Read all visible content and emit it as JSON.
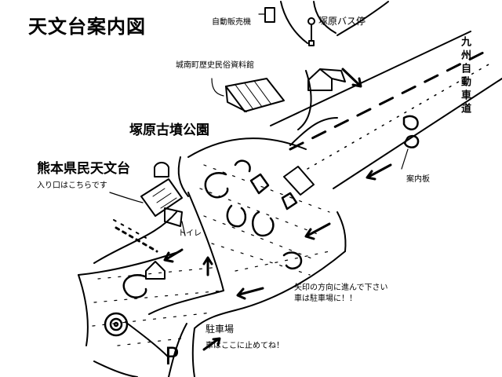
{
  "map": {
    "title": "天文台案内図",
    "landmarks": {
      "vending_machine": "自動販売機",
      "bus_stop": "塚原バス停",
      "museum": "城南町歴史民俗資料館",
      "kofun_park": "塚原古墳公園",
      "observatory": "熊本県民天文台",
      "entrance_note": "入り口はこちらです",
      "toilet": "トイレ",
      "info_board": "案内板",
      "parking": "駐車場",
      "parking_symbol": "P"
    },
    "road_name": "九州自動車道",
    "notes": {
      "follow_arrows": "矢印の方向に進んで下さい",
      "parking_instruction": "車は駐車場に！！",
      "park_here": "車はここに止めてね！"
    },
    "colors": {
      "ink": "#000000",
      "paper": "#ffffff"
    }
  }
}
